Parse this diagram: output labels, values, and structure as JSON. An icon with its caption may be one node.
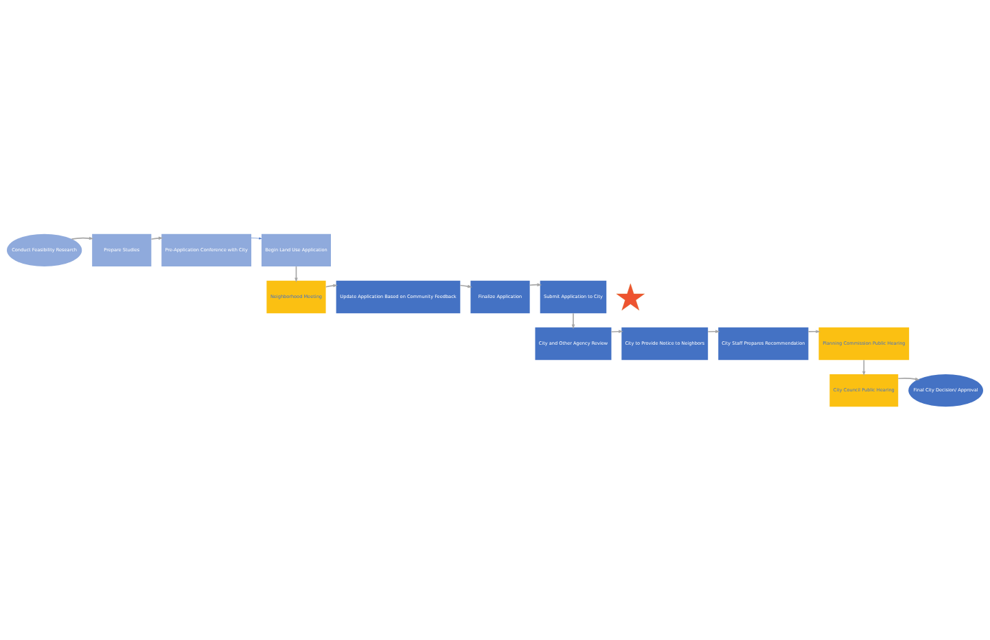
{
  "diagram": {
    "nodes": [
      {
        "text": [
          "Conduct Feasibility Research"
        ]
      },
      {
        "text": [
          "Prepare Studies"
        ]
      },
      {
        "text": [
          "Pre-Application Conference with City"
        ]
      },
      {
        "text": [
          "Begin Land Use Application"
        ]
      },
      {
        "text": [],
        "shape": "star"
      },
      {
        "text": [
          "Neighborhood Meeting"
        ]
      },
      {
        "text": [
          "Update Application Based on Community Feedback"
        ]
      },
      {
        "text": [
          "Finalize Application"
        ]
      },
      {
        "text": [
          "Submit Application to City"
        ]
      },
      {
        "text": [
          "City and Other Agency Review"
        ]
      },
      {
        "text": [
          "City to Provide Notice to Neighbors"
        ]
      },
      {
        "text": [
          "City Staff Prepares Recommendation"
        ]
      },
      {
        "text": [
          "Planning Commission Public Hearing"
        ]
      },
      {
        "text": [
          "City Council Public Hearing"
        ]
      },
      {
        "text": [
          "Final City Decision/ Approval"
        ]
      }
    ],
    "edges": [
      {
        "from": 0,
        "to": 1,
        "arrow": "to"
      },
      {
        "from": 1,
        "to": 2,
        "arrow": "to"
      },
      {
        "from": 2,
        "to": 3,
        "arrow": "to",
        "color": "#4472c4"
      },
      {
        "from": 3,
        "to": 5,
        "arrow": "to"
      },
      {
        "from": 5,
        "to": 6,
        "arrow": "to"
      },
      {
        "from": 6,
        "to": 7,
        "arrow": "to"
      },
      {
        "from": 7,
        "to": 8,
        "arrow": "to"
      },
      {
        "from": 8,
        "to": 9,
        "arrow": "to"
      },
      {
        "from": 9,
        "to": 10,
        "arrow": "to"
      },
      {
        "from": 10,
        "to": 11,
        "arrow": "to"
      },
      {
        "from": 11,
        "to": 12,
        "arrow": "to"
      },
      {
        "from": 12,
        "to": 13,
        "arrow": "to"
      },
      {
        "from": 13,
        "to": 14,
        "arrow": "to"
      }
    ]
  }
}
